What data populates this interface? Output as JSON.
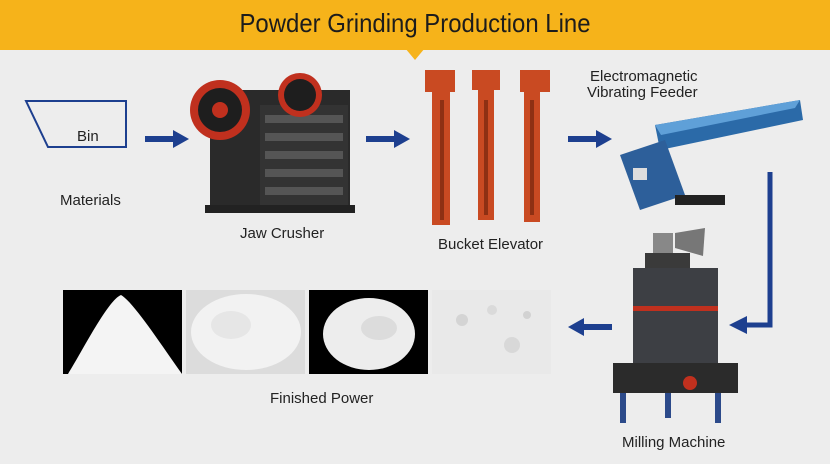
{
  "title": "Powder Grinding Production Line",
  "stages": {
    "bin": "Bin",
    "materials": "Materials",
    "jaw_crusher": "Jaw Crusher",
    "bucket_elevator": "Bucket Elevator",
    "feeder_line1": "Electromagnetic",
    "feeder_line2": "Vibrating Feeder",
    "milling_machine": "Milling Machine",
    "finished": "Finished Power"
  },
  "colors": {
    "banner": "#f6b31a",
    "arrow": "#1d3f8f",
    "machine_red": "#c0301e",
    "elevator": "#c94a22"
  }
}
